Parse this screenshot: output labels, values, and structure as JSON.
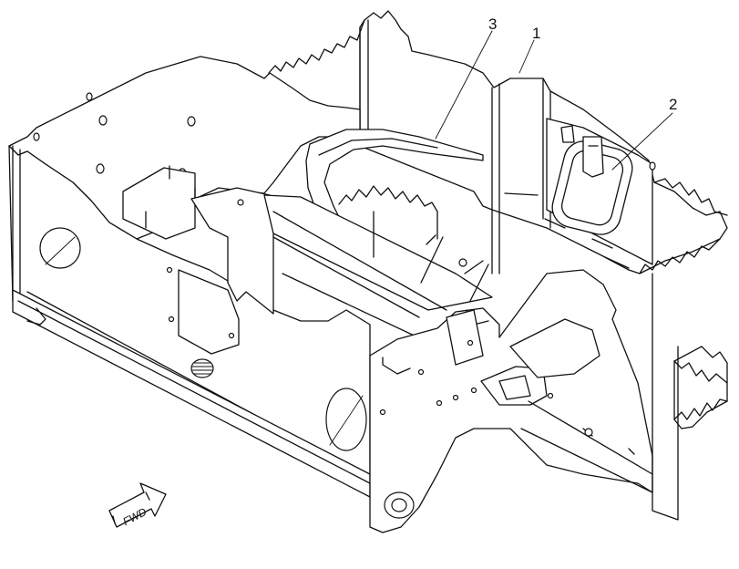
{
  "callouts": [
    {
      "id": "callout-1",
      "label": "1"
    },
    {
      "id": "callout-2",
      "label": "2"
    },
    {
      "id": "callout-3",
      "label": "3"
    }
  ],
  "direction_indicator": {
    "label": "FWD"
  }
}
